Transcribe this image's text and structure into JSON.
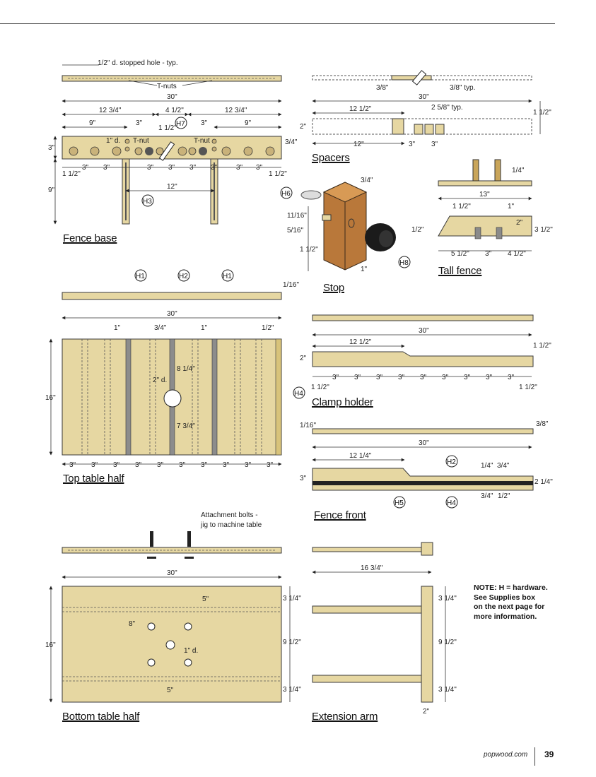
{
  "captions": {
    "fence_base": "Fence base",
    "spacers": "Spacers",
    "tall_fence": "Tall fence",
    "stop": "Stop",
    "top_table_half": "Top table half",
    "clamp_holder": "Clamp holder",
    "fence_front": "Fence front",
    "bottom_table_half": "Bottom table half",
    "extension_arm": "Extension arm"
  },
  "callouts": {
    "stopped_hole": "1/2\" d. stopped hole - typ.",
    "tnuts": "T-nuts",
    "tnut_left": "T-nut",
    "tnut_right": "T-nut",
    "attachment_bolts_1": "Attachment bolts -",
    "attachment_bolts_2": "jig to machine table",
    "typ": "typ."
  },
  "hardware_tags": {
    "h1": "H1",
    "h2": "H2",
    "h3": "H3",
    "h4": "H4",
    "h5": "H5",
    "h6": "H6",
    "h7": "H7",
    "h8": "H8"
  },
  "dims": {
    "fence_base": {
      "overall": "30\"",
      "a": "12 3/4\"",
      "b": "4 1/2\"",
      "c": "12 3/4\"",
      "d1": "9\"",
      "d2": "3\"",
      "d3": "1 1/2\"",
      "d4": "3\"",
      "d5": "9\"",
      "h": "3\"",
      "hole": "1\" d.",
      "t": "3/4\"",
      "s1": "1 1/2\"",
      "s2": "3\"",
      "s3": "3\"",
      "s4": "3\"",
      "s5": "3\"",
      "s6": "3\"",
      "s7": "3\"",
      "s8": "3\"",
      "s9": "3\"",
      "s10": "1 1/2\"",
      "leg": "9\"",
      "span": "12\""
    },
    "spacers": {
      "top": "3/8\"",
      "top2": "3/8\" typ.",
      "overall": "30\"",
      "a": "12 1/2\"",
      "b": "2 5/8\" typ.",
      "h": "1 1/2\"",
      "left": "2\"",
      "c": "12\"",
      "d": "3\"",
      "e": "3\""
    },
    "stop": {
      "a": "3/4\"",
      "b": "11/16\"",
      "c": "5/16\"",
      "d": "1 1/2\"",
      "e": "1\""
    },
    "tall_fence": {
      "t": "1/4\"",
      "overall": "13\"",
      "a": "1 1/2\"",
      "b": "1\"",
      "c": "1/2\"",
      "d": "2\"",
      "h": "3 1/2\"",
      "e": "5 1/2\"",
      "f": "3\"",
      "g": "4 1/2\""
    },
    "top_table": {
      "t": "1/16\"",
      "overall": "30\"",
      "a": "1\"",
      "b": "3/4\"",
      "c": "1\"",
      "d": "1/2\"",
      "hole": "2\" d.",
      "e": "8 1/4\"",
      "f": "7 3/4\"",
      "h": "16\"",
      "spacings": [
        "3\"",
        "3\"",
        "3\"",
        "3\"",
        "3\"",
        "3\"",
        "3\"",
        "3\"",
        "3\"",
        "3\""
      ]
    },
    "clamp_holder": {
      "overall": "30\"",
      "a": "12 1/2\"",
      "h": "1 1/2\"",
      "left": "2\"",
      "l": "1 1/2\"",
      "r": "1 1/2\"",
      "spacings": [
        "3\"",
        "3\"",
        "3\"",
        "3\"",
        "3\"",
        "3\"",
        "3\"",
        "3\"",
        "3\""
      ]
    },
    "fence_front": {
      "t1": "1/16\"",
      "t2": "3/8\"",
      "overall": "30\"",
      "a": "12 1/4\"",
      "h": "3\"",
      "b": "1/4\"",
      "c": "3/4\"",
      "r": "2 1/4\"",
      "d": "3/4\"",
      "e": "1/2\""
    },
    "bottom_table": {
      "overall": "30\"",
      "a": "5\"",
      "b": "8\"",
      "hole": "1\" d.",
      "c": "5\"",
      "h": "16\"",
      "r1": "3 1/4\"",
      "r2": "9 1/2\"",
      "r3": "3 1/4\""
    },
    "extension_arm": {
      "overall": "16 3/4\"",
      "r1": "3 1/4\"",
      "r2": "9 1/2\"",
      "r3": "3 1/4\"",
      "w": "2\""
    }
  },
  "note": {
    "line1": "NOTE: H = hardware.",
    "line2": "See Supplies box",
    "line3": "on the next page for",
    "line4": "more information."
  },
  "footer": {
    "site": "popwood.com",
    "page": "39"
  },
  "colors": {
    "wood": "#e6d7a2",
    "wood_dark": "#c9a55a",
    "slot": "#7c7c7c",
    "stop_wood": "#b9783a",
    "knob": "#1b1b1b"
  }
}
